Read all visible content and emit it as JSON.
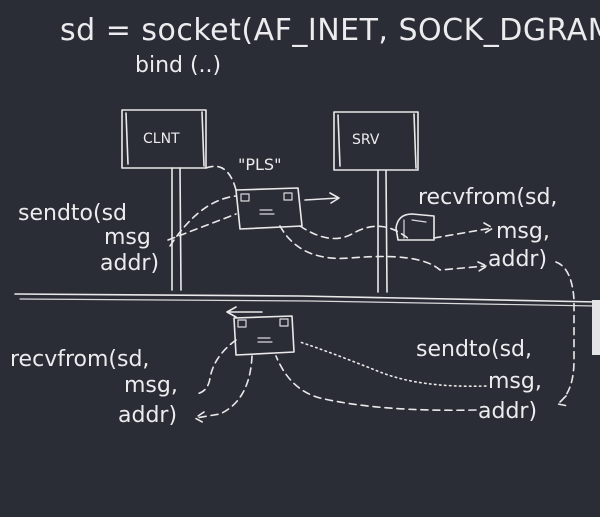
{
  "header": {
    "code_line_1": "sd = socket(AF_INET, SOCK_DGRAM..)",
    "code_line_2": "bind (..)"
  },
  "hosts": {
    "client": "CLNT",
    "server": "SRV"
  },
  "packet_label": "\"PLS\"",
  "client_send": {
    "call": "sendto(sd",
    "arg_msg": "msg",
    "arg_addr": "addr)"
  },
  "server_recv": {
    "call": "recvfrom(sd,",
    "arg_msg": "msg,",
    "arg_addr": "addr)"
  },
  "client_recv": {
    "call": "recvfrom(sd,",
    "arg_msg": "msg,",
    "arg_addr": "addr)"
  },
  "server_send": {
    "call": "sendto(sd,",
    "arg_msg": "msg,",
    "arg_addr": "addr)"
  },
  "colors": {
    "board": "#2b2d36",
    "chalk": "#e9e9ea"
  }
}
